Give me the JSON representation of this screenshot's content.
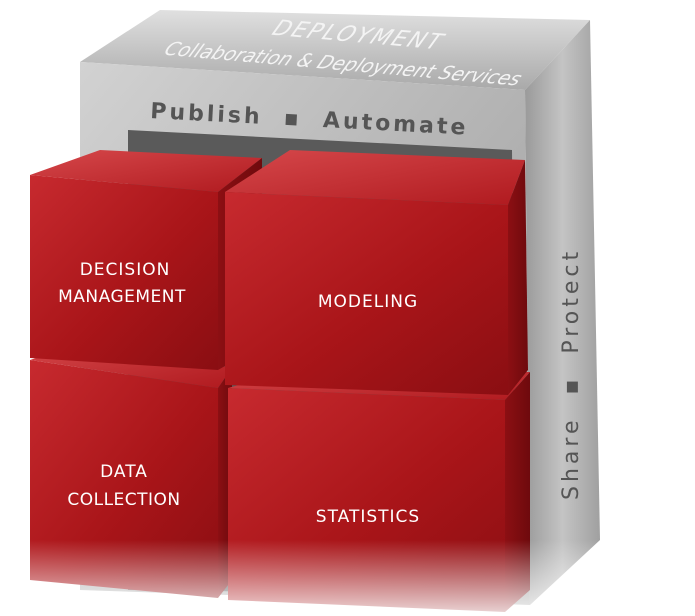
{
  "frame": {
    "title": "DEPLOYMENT",
    "subtitle": "Collaboration & Deployment Services",
    "top_band": "Publish  ▪  Automate",
    "side_band": "Share  ▪  Protect"
  },
  "cubes": {
    "top_left": [
      "DECISION",
      "MANAGEMENT"
    ],
    "top_right": [
      "MODELING"
    ],
    "bottom_left": [
      "DATA",
      "COLLECTION"
    ],
    "bottom_right": [
      "STATISTICS"
    ]
  },
  "colors": {
    "frame_gray": "#a8a8a8",
    "frame_light": "#d6d6d6",
    "cube_red": "#b3161b",
    "cube_dark": "#7a0c10",
    "band_text": "#555555",
    "cube_text": "#ffffff"
  }
}
